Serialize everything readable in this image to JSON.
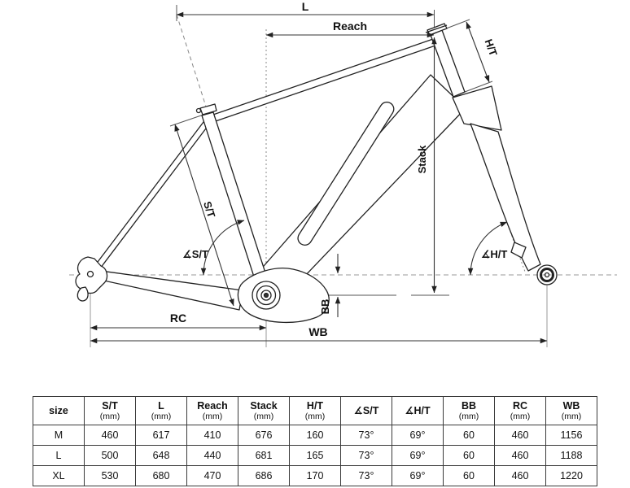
{
  "diagram": {
    "labels": {
      "top_length": "L",
      "reach": "Reach",
      "head_tube": "H/T",
      "stack": "Stack",
      "seat_tube": "S/T",
      "seat_tube_angle": "∡S/T",
      "head_tube_angle": "∡H/T",
      "bottom_bracket": "BB",
      "rear_center": "RC",
      "wheelbase": "WB"
    }
  },
  "table": {
    "columns": [
      {
        "label": "size",
        "unit": ""
      },
      {
        "label": "S/T",
        "unit": "(mm)"
      },
      {
        "label": "L",
        "unit": "(mm)"
      },
      {
        "label": "Reach",
        "unit": "(mm)"
      },
      {
        "label": "Stack",
        "unit": "(mm)"
      },
      {
        "label": "H/T",
        "unit": "(mm)"
      },
      {
        "label": "∡S/T",
        "unit": ""
      },
      {
        "label": "∡H/T",
        "unit": ""
      },
      {
        "label": "BB",
        "unit": "(mm)"
      },
      {
        "label": "RC",
        "unit": "(mm)"
      },
      {
        "label": "WB",
        "unit": "(mm)"
      }
    ],
    "rows": [
      {
        "size": "M",
        "values": [
          "460",
          "617",
          "410",
          "676",
          "160",
          "73°",
          "69°",
          "60",
          "460",
          "1156"
        ]
      },
      {
        "size": "L",
        "values": [
          "500",
          "648",
          "440",
          "681",
          "165",
          "73°",
          "69°",
          "60",
          "460",
          "1188"
        ]
      },
      {
        "size": "XL",
        "values": [
          "530",
          "680",
          "470",
          "686",
          "170",
          "73°",
          "69°",
          "60",
          "460",
          "1220"
        ]
      }
    ]
  },
  "colors": {
    "frame_line": "#222222",
    "dimension_line": "#333333",
    "construction_line": "#999999",
    "background": "#ffffff"
  }
}
